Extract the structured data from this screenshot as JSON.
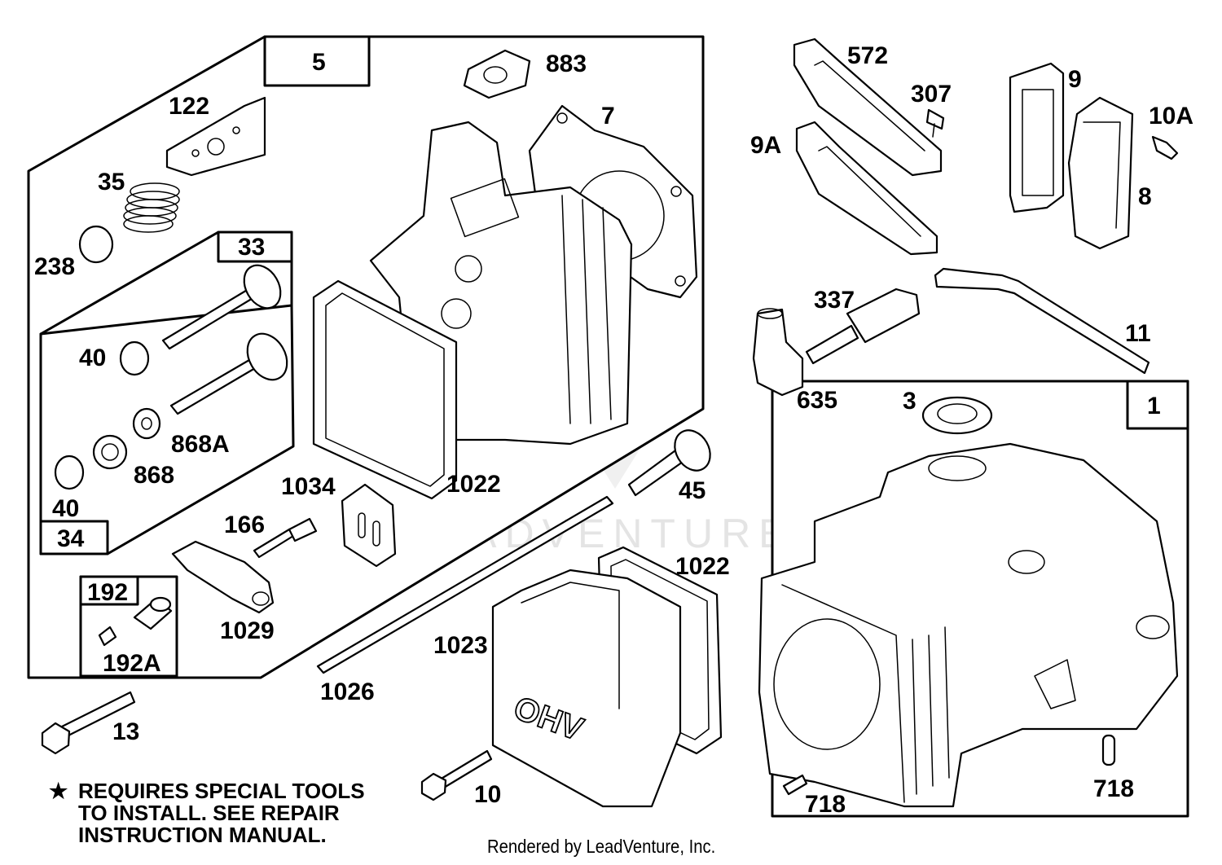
{
  "watermark": "LEADVENTURE",
  "group_boxes": {
    "box_5": "5",
    "box_33": "33",
    "box_34": "34",
    "box_192": "192",
    "box_1": "1"
  },
  "part_labels": {
    "p883": "883",
    "p7": "7",
    "p122": "122",
    "p35": "35",
    "p238": "238",
    "p40_top": "40",
    "p868A": "868A",
    "p868": "868",
    "p40_bottom": "40",
    "p1034": "1034",
    "p1022_gasket": "1022",
    "p166": "166",
    "p1029": "1029",
    "p192A": "192A",
    "p45": "45",
    "p1022_cover": "1022",
    "p1023": "1023",
    "p1026": "1026",
    "p13": "13",
    "p10": "10",
    "p572": "572",
    "p307": "307",
    "p9A": "9A",
    "p9": "9",
    "p10A": "10A",
    "p8": "8",
    "p337": "337",
    "p635": "635",
    "p11": "11",
    "p3": "3",
    "p718_left": "718",
    "p718_right": "718"
  },
  "cover_text": "OHV",
  "note": {
    "line1": "REQUIRES SPECIAL TOOLS",
    "line2": "TO INSTALL.  SEE REPAIR",
    "line3": "INSTRUCTION MANUAL."
  },
  "footer": "Rendered by LeadVenture, Inc."
}
